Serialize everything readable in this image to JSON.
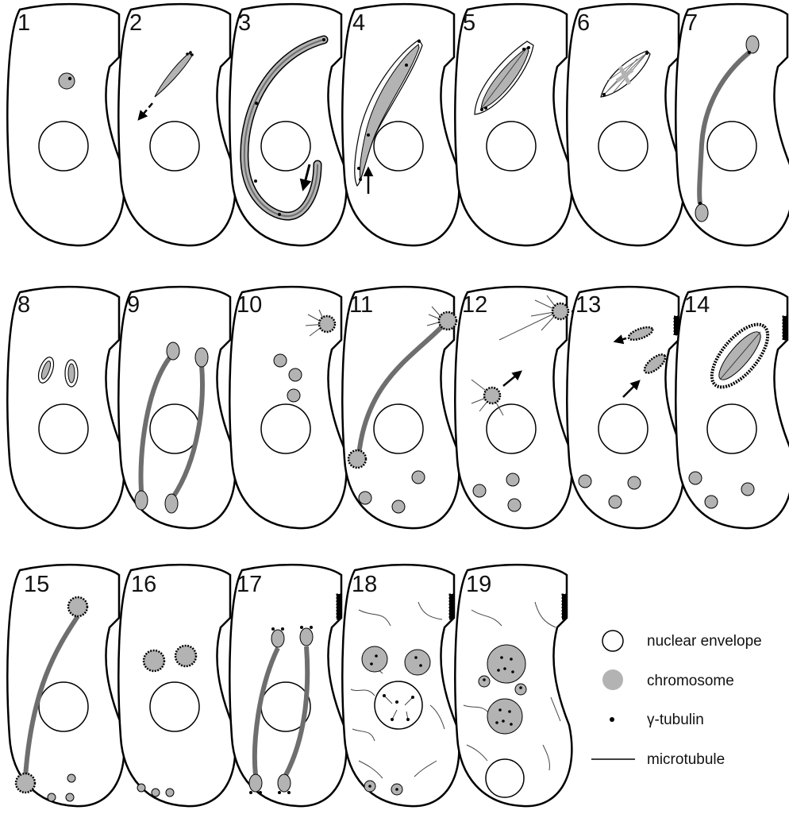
{
  "panels": [
    {
      "label": "1"
    },
    {
      "label": "2"
    },
    {
      "label": "3"
    },
    {
      "label": "4"
    },
    {
      "label": "5"
    },
    {
      "label": "6"
    },
    {
      "label": "7"
    },
    {
      "label": "8"
    },
    {
      "label": "9"
    },
    {
      "label": "10"
    },
    {
      "label": "11"
    },
    {
      "label": "12"
    },
    {
      "label": "13"
    },
    {
      "label": "14"
    },
    {
      "label": "15"
    },
    {
      "label": "16"
    },
    {
      "label": "17"
    },
    {
      "label": "18"
    },
    {
      "label": "19"
    }
  ],
  "legend": {
    "nuclear_envelope": "nuclear envelope",
    "chromosome": "chromosome",
    "gamma_tubulin": "γ-tubulin",
    "microtubule": "microtubule"
  },
  "colors": {
    "outline": "#000000",
    "chromosome": "#b3b3b3",
    "spindle": "#6e6e6e",
    "background": "#ffffff"
  }
}
